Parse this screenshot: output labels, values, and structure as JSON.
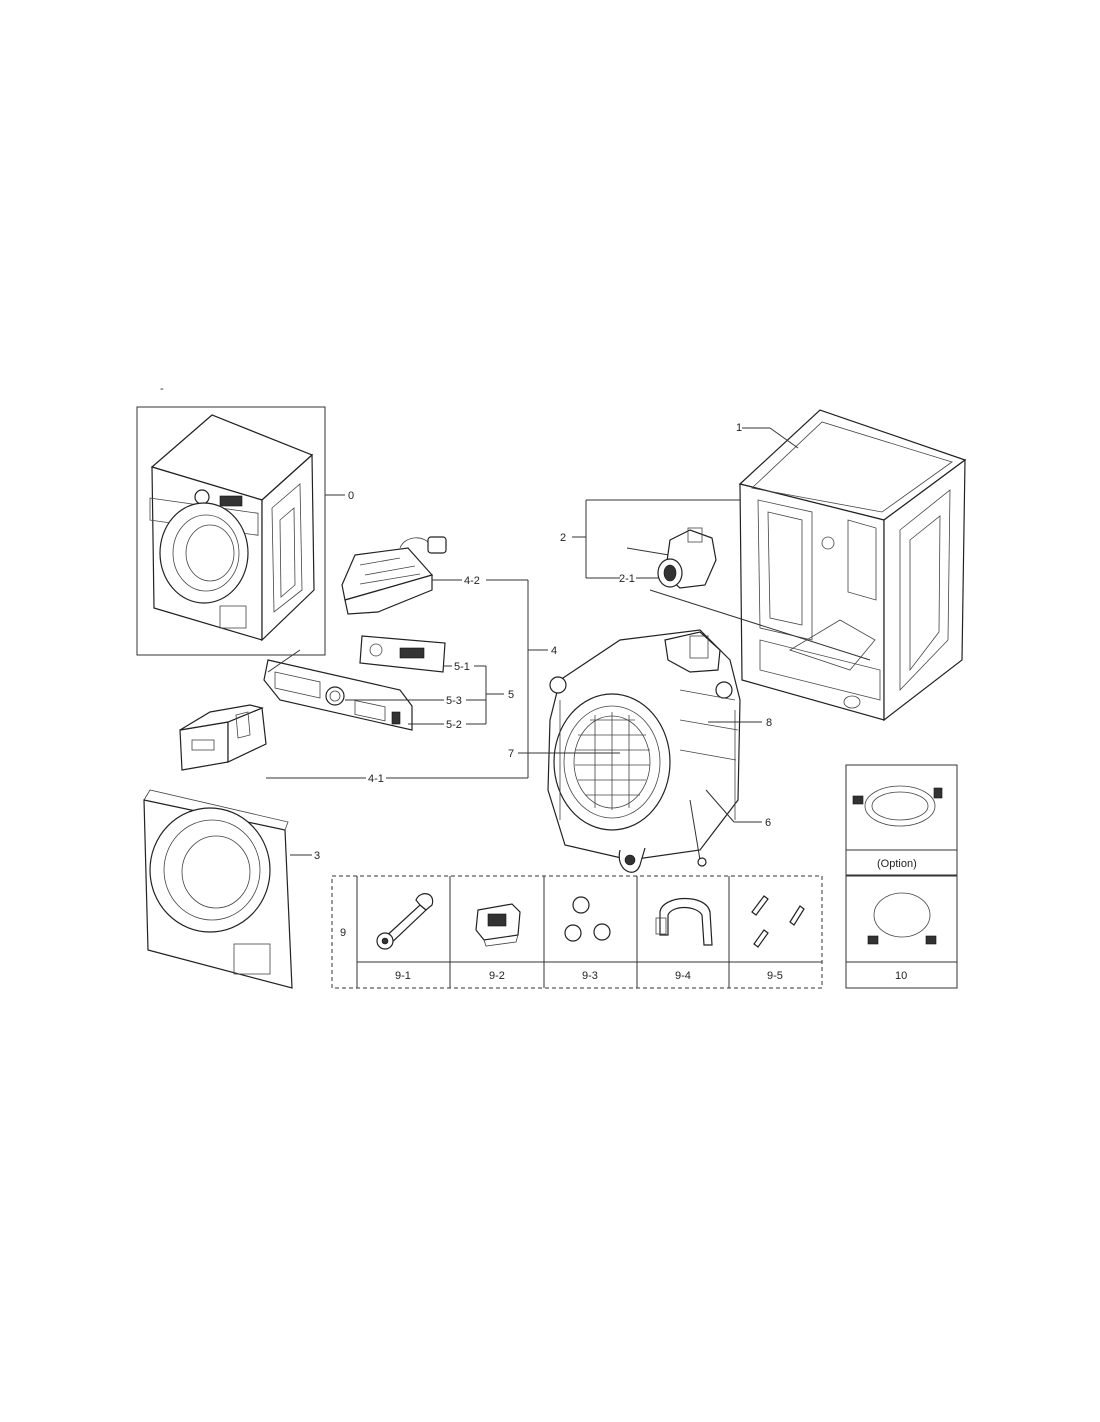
{
  "callouts": {
    "c0": "0",
    "c1": "1",
    "c2": "2",
    "c2_1": "2-1",
    "c3": "3",
    "c4": "4",
    "c4_1": "4-1",
    "c4_2": "4-2",
    "c5": "5",
    "c5_1": "5-1",
    "c5_2": "5-2",
    "c5_3": "5-3",
    "c6": "6",
    "c7": "7",
    "c8": "8",
    "c9": "9",
    "c10": "10"
  },
  "accessories": {
    "group_label": "9",
    "items": [
      "9-1",
      "9-2",
      "9-3",
      "9-4",
      "9-5"
    ]
  },
  "option_box": {
    "option_label": "(Option)",
    "hose_label": "10"
  },
  "stray_mark": "-"
}
